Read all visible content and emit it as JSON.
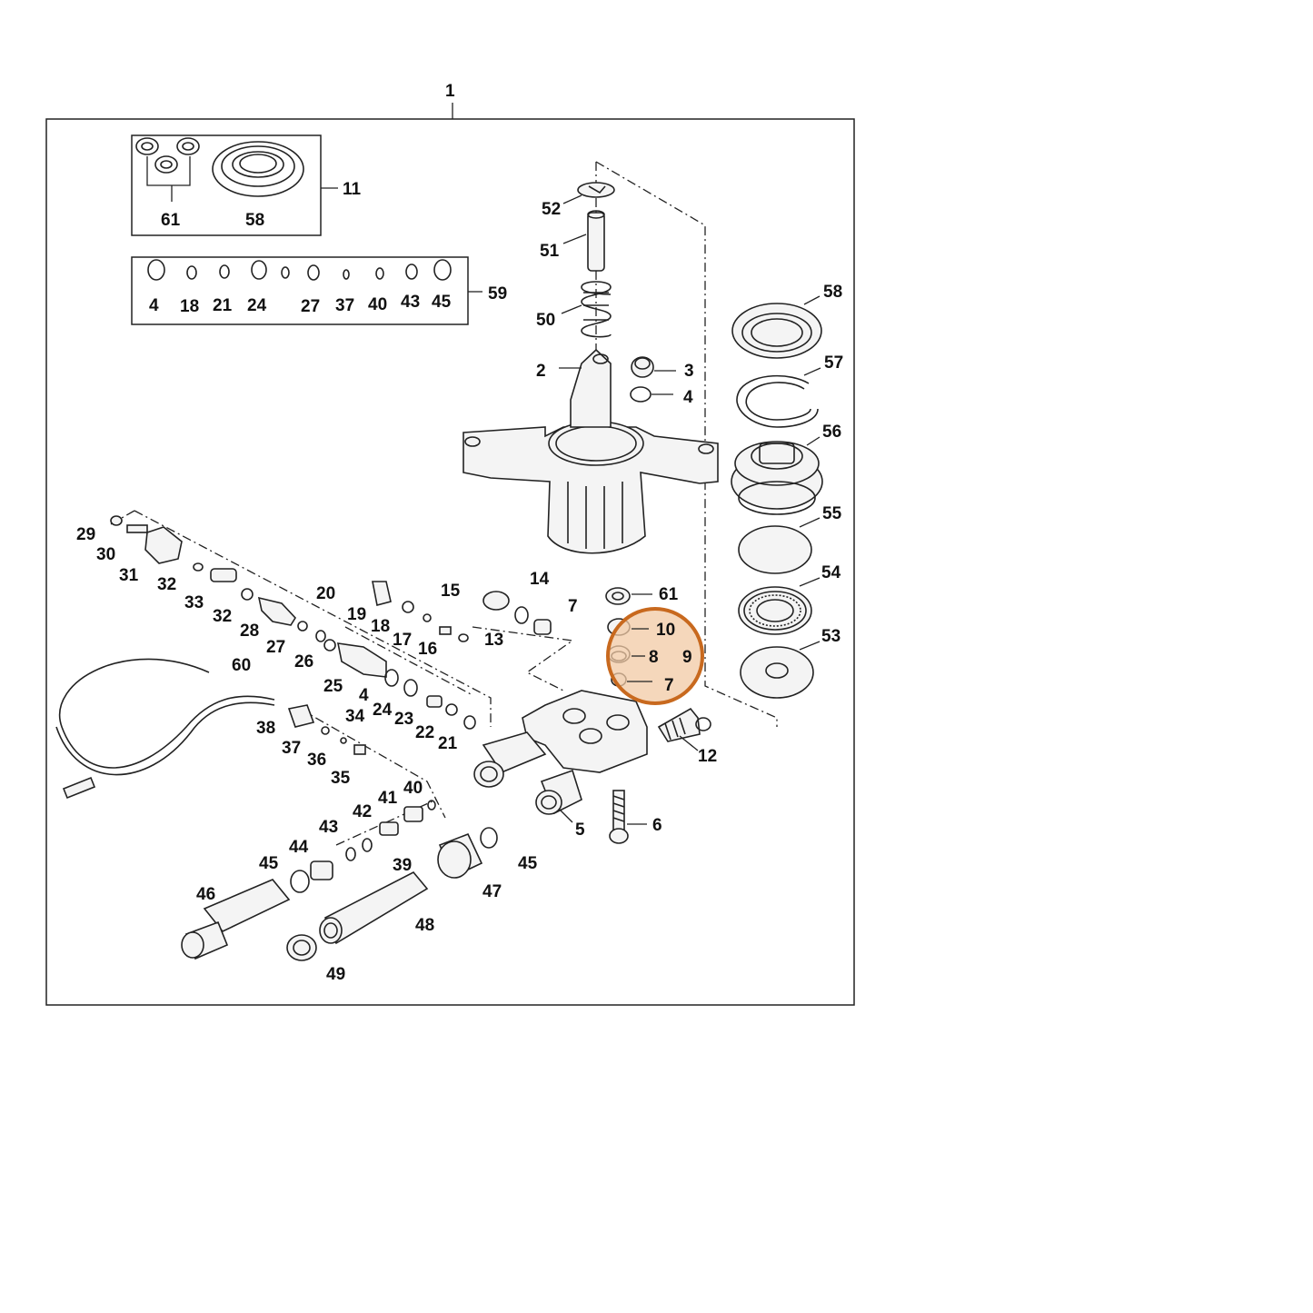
{
  "diagram": {
    "assembly_label": "1",
    "highlight_color": "#c8691e",
    "kit_11": {
      "label": "11",
      "items": [
        "61",
        "58"
      ]
    },
    "kit_59": {
      "label": "59",
      "items": [
        "4",
        "18",
        "21",
        "24",
        "27",
        "37",
        "40",
        "43",
        "45"
      ]
    },
    "callouts": [
      "52",
      "51",
      "50",
      "2",
      "3",
      "4",
      "58",
      "57",
      "56",
      "55",
      "54",
      "53",
      "61",
      "10",
      "8",
      "9",
      "7",
      "12",
      "6",
      "5",
      "29",
      "30",
      "31",
      "32",
      "33",
      "32",
      "28",
      "27",
      "26",
      "25",
      "4",
      "24",
      "23",
      "22",
      "21",
      "20",
      "19",
      "18",
      "17",
      "16",
      "15",
      "14",
      "13",
      "7",
      "60",
      "38",
      "37",
      "36",
      "35",
      "34",
      "41",
      "40",
      "42",
      "43",
      "44",
      "45",
      "46",
      "39",
      "48",
      "47",
      "45",
      "49"
    ]
  }
}
